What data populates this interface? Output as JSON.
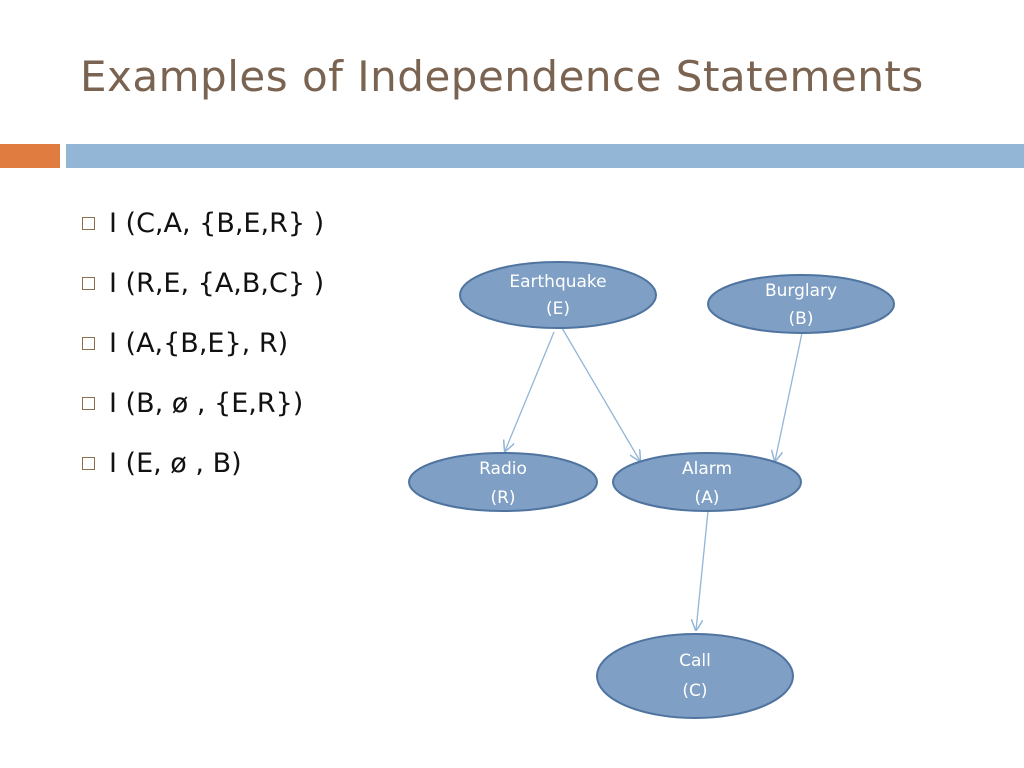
{
  "slide": {
    "title": "Examples of Independence Statements",
    "colors": {
      "accent_orange": "#e07c40",
      "accent_blue": "#93b5d6",
      "title": "#7a6350",
      "node_fill": "#7f9fc4"
    }
  },
  "bullets": [
    "I (C,A, {B,E,R} )",
    "I (R,E, {A,B,C} )",
    "I (A,{B,E}, R)",
    "I (B, ø , {E,R})",
    "I (E, ø , B)"
  ],
  "diagram": {
    "nodes": [
      {
        "id": "E",
        "name": "Earthquake",
        "abbr": "(E)"
      },
      {
        "id": "B",
        "name": "Burglary",
        "abbr": "(B)"
      },
      {
        "id": "R",
        "name": "Radio",
        "abbr": "(R)"
      },
      {
        "id": "A",
        "name": "Alarm",
        "abbr": "(A)"
      },
      {
        "id": "C",
        "name": "Call",
        "abbr": "(C)"
      }
    ],
    "edges": [
      {
        "from": "E",
        "to": "R"
      },
      {
        "from": "E",
        "to": "A"
      },
      {
        "from": "B",
        "to": "A"
      },
      {
        "from": "A",
        "to": "C"
      }
    ]
  }
}
